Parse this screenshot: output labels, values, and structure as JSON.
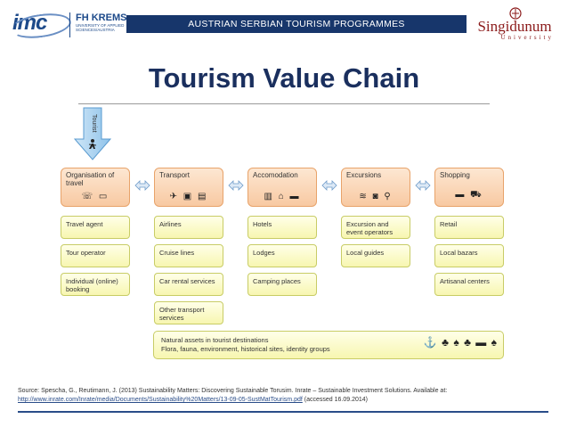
{
  "header": {
    "imc_logo_text": "imc",
    "fh_title": "FH KREMS",
    "fh_sub_1": "UNIVERSITY OF APPLIED",
    "fh_sub_2": "SCIENCES/AUSTRIA",
    "banner": "AUSTRIAN SERBIAN TOURISM PROGRAMMES",
    "sing_name": "Singidunum",
    "sing_uni": "University"
  },
  "title": "Tourism Value Chain",
  "tourist_label": "Tourist",
  "categories": [
    {
      "label": "Organisation of travel",
      "icons": "☏ ▭",
      "items": [
        "Travel agent",
        "Tour operator",
        "Individual (online) booking"
      ]
    },
    {
      "label": "Transport",
      "icons": "✈ ▣ ▤",
      "items": [
        "Airlines",
        "Cruise lines",
        "Car rental services",
        "Other transport services"
      ]
    },
    {
      "label": "Accomodation",
      "icons": "▥ ⌂ ▬",
      "items": [
        "Hotels",
        "Lodges",
        "Camping places"
      ]
    },
    {
      "label": "Excursions",
      "icons": "≋ ◙ ⚲",
      "items": [
        "Excursion and event operators",
        "Local guides"
      ]
    },
    {
      "label": "Shopping",
      "icons": "▬ ⛟",
      "items": [
        "Retail",
        "Local bazars",
        "Artisanal centers"
      ]
    }
  ],
  "natural_assets": {
    "line1": "Natural assets in tourist destinations",
    "line2": "Flora, fauna, environment, historical sites, identity groups",
    "icons": "⚓ ♣ ♠ ♣ ▬ ♠"
  },
  "source": {
    "line1": "Source: Spescha, G., Reutimann, J. (2013) Sustainability Matters: Discovering Sustainable Torusim. Inrate – Sustainable Investment Solutions. Available at:",
    "link": "http://www.inrate.com/Inrate/media/Documents/Sustainability%20Matters/13-09-05-SustMatTourism.pdf",
    "accessed": " (accessed 16.09.2014)"
  }
}
